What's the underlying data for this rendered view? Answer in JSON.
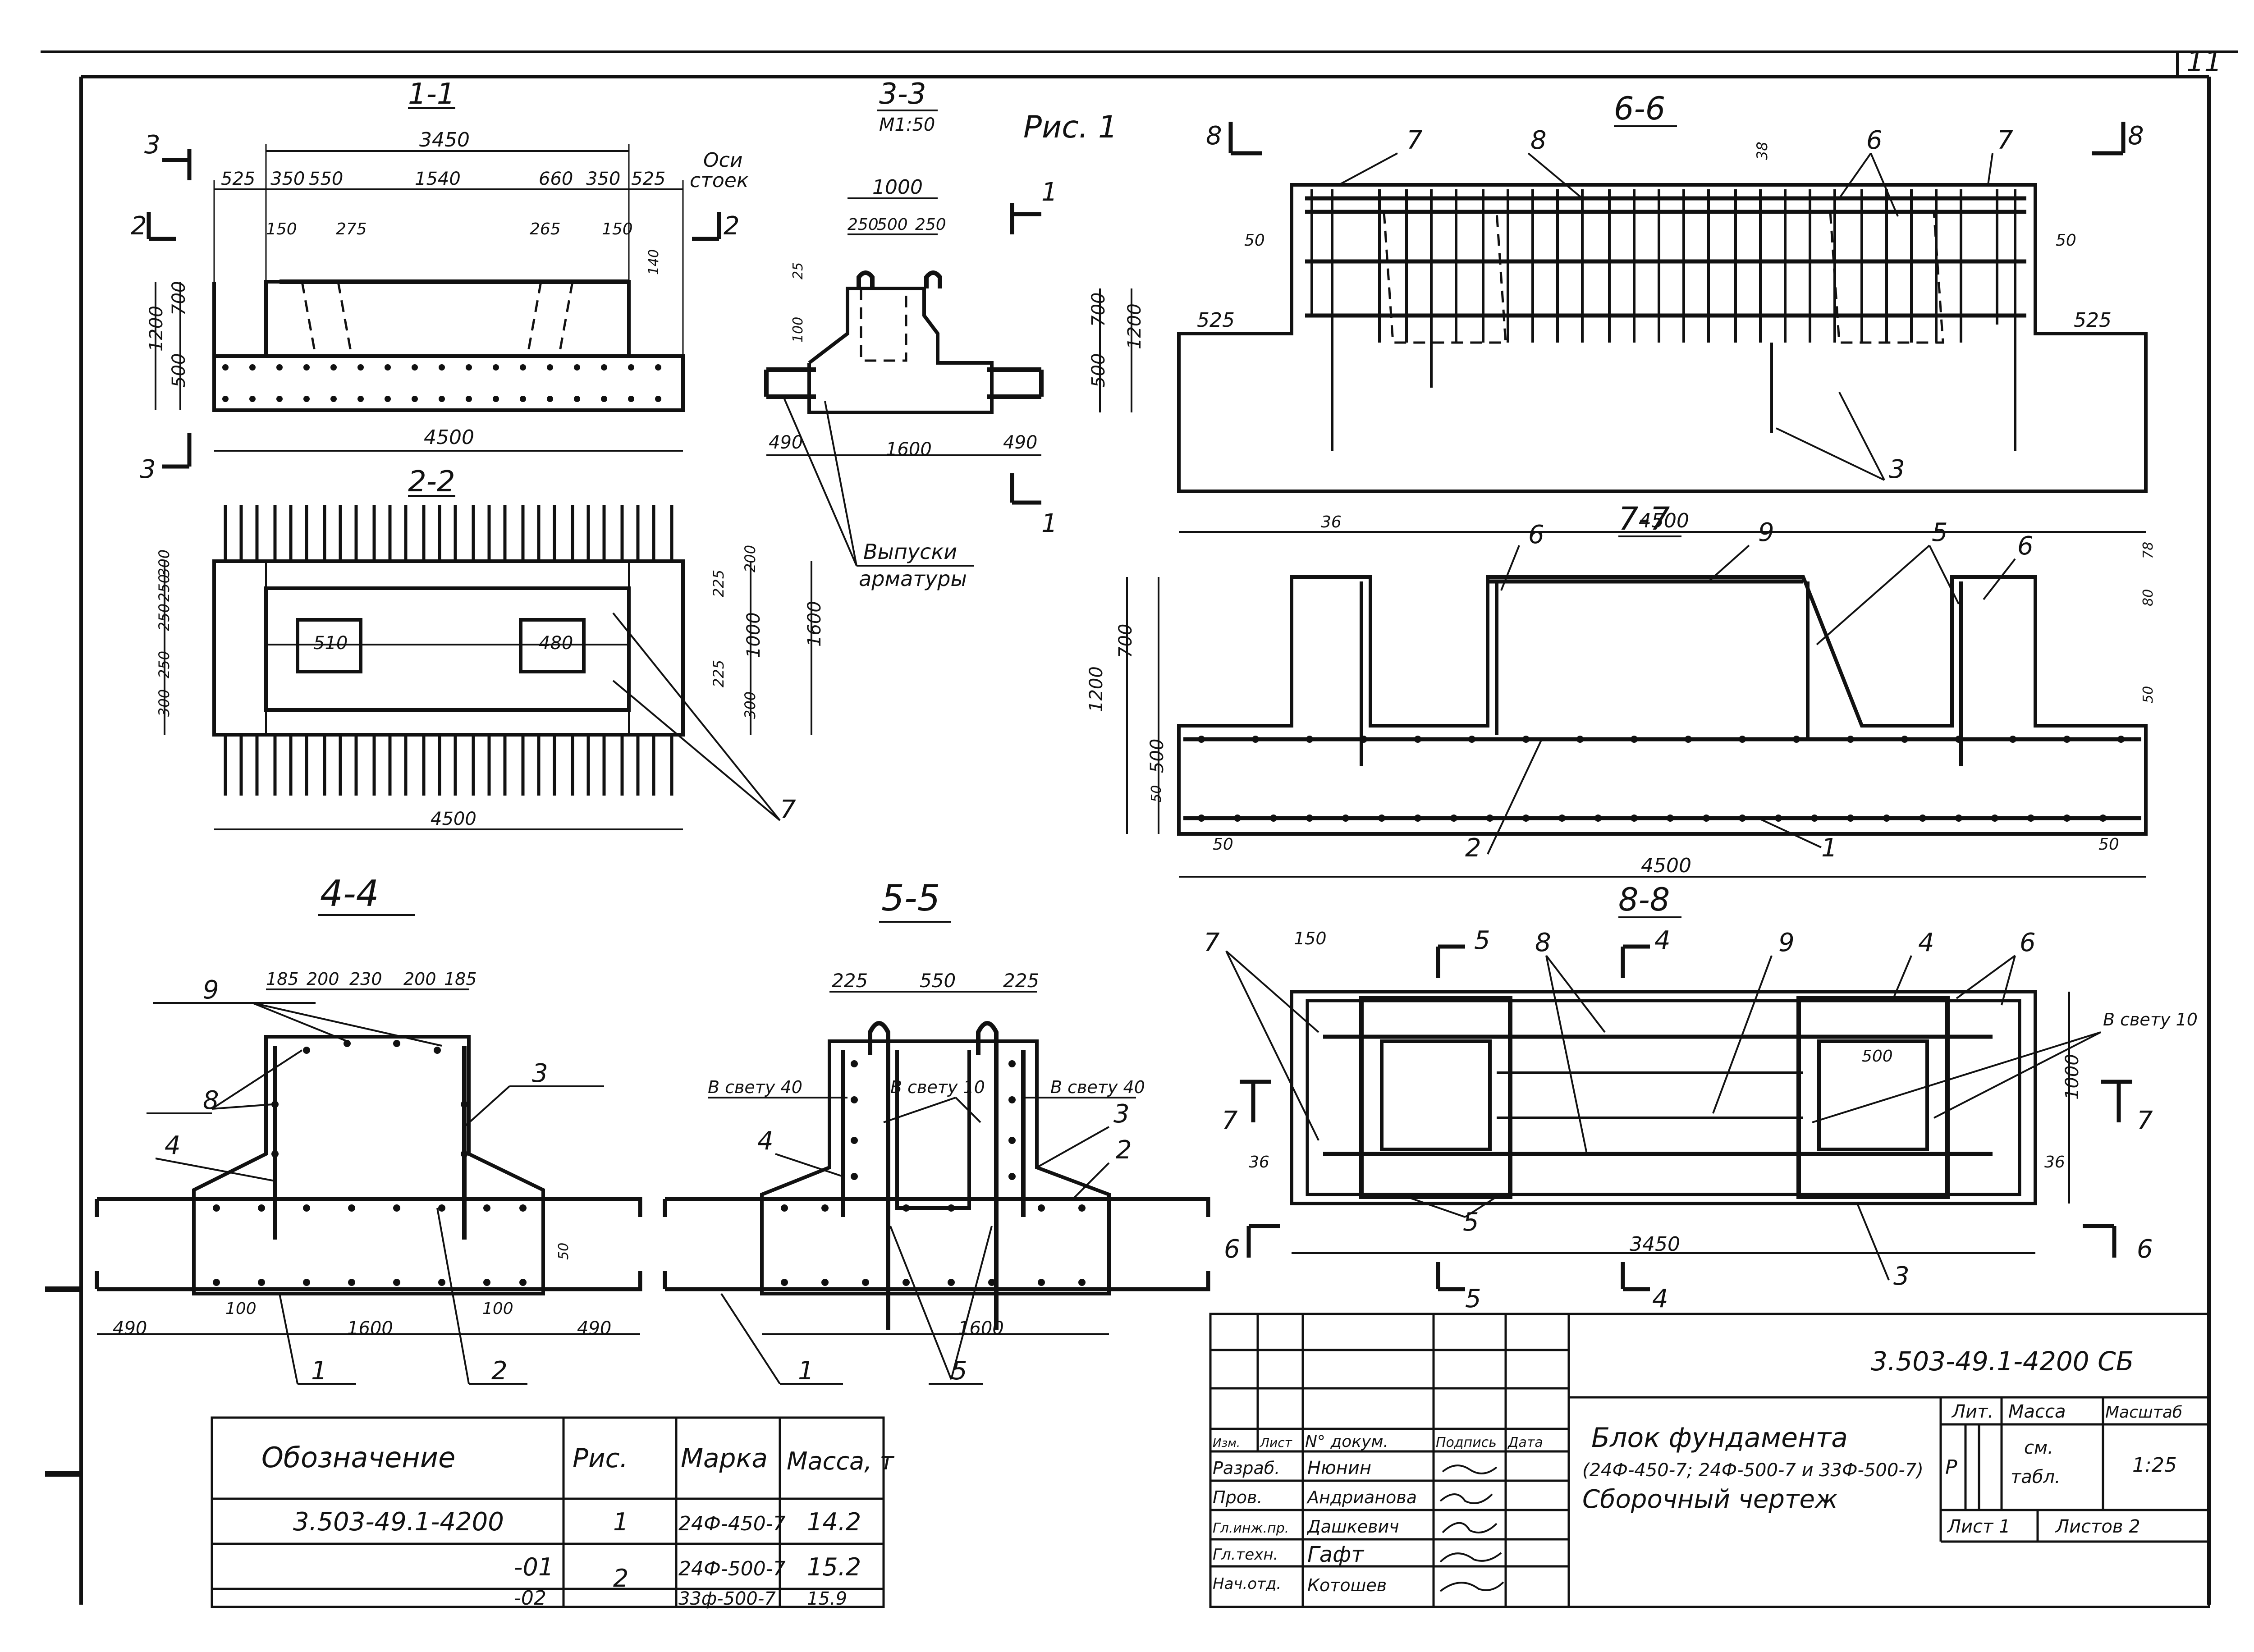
{
  "sheet": {
    "number": "11"
  },
  "figure": {
    "caption": "Рис. 1",
    "scale_3_3": "M1:50"
  },
  "sections": {
    "s11": "1-1",
    "s22": "2-2",
    "s33": "3-3",
    "s44": "4-4",
    "s55": "5-5",
    "s66": "6-6",
    "s77": "7-7",
    "s88": "8-8"
  },
  "markers": {
    "m3": "3",
    "m2": "2",
    "m1": "1",
    "m8": "8",
    "m7": "7",
    "m6": "6",
    "m5": "5",
    "m4": "4"
  },
  "labels": {
    "axes": "Оси",
    "posts": "стоек",
    "rebar_outlets_1": "Выпуски",
    "rebar_outlets_2": "арматуры",
    "clear40": "В свету 40",
    "clear10": "В свету 10",
    "clear10b": "В свету 10"
  },
  "dims": {
    "d3450": "3450",
    "d525": "525",
    "d350": "350",
    "d550": "550",
    "d1540": "1540",
    "d660": "660",
    "d150": "150",
    "d275": "275",
    "d265": "265",
    "d140": "140",
    "d700": "700",
    "d500": "500",
    "d1200": "1200",
    "d4500": "4500",
    "d1000": "1000",
    "d250": "250",
    "d490": "490",
    "d1600": "1600",
    "d25": "25",
    "d100": "100",
    "d300": "300",
    "d510": "510",
    "d480": "480",
    "d225": "225",
    "d1600v": "1600",
    "d50": "50",
    "d38": "38",
    "d36": "36",
    "d78": "78",
    "d80": "80",
    "d185": "185",
    "d200": "200",
    "d230": "230",
    "d100b": "100"
  },
  "callouts": {
    "c1": "1",
    "c2": "2",
    "c3": "3",
    "c4": "4",
    "c5": "5",
    "c6": "6",
    "c7": "7",
    "c8": "8",
    "c9": "9"
  },
  "spec_table": {
    "headers": [
      "Обозначение",
      "Рис.",
      "Марка",
      "Масса, т"
    ],
    "rows": [
      [
        "3.503-49.1-4200",
        "1",
        "24Ф-450-7",
        "14.2"
      ],
      [
        "-01",
        "2",
        "24Ф-500-7",
        "15.2"
      ],
      [
        "-02",
        "",
        "33ф-500-7",
        "15.9"
      ]
    ]
  },
  "title_block": {
    "code": "3.503-49.1-4200 СБ",
    "title_1": "Блок фундамента",
    "title_2": "(24Ф-450-7; 24Ф-500-7 и 33Ф-500-7)",
    "title_3": "Сборочный чертеж",
    "col_headers": [
      "Изм.",
      "Лист",
      "N° докум.",
      "Подпись",
      "Дата"
    ],
    "roles": [
      "Разраб.",
      "Пров.",
      "Гл.инж.пр.",
      "Гл.техн.",
      "Нач.отд."
    ],
    "names": [
      "Нюнин",
      "Андрианова",
      "Дашкевич",
      "Гафт",
      "Котошев"
    ],
    "lit_label": "Лит.",
    "lit_value": "Р",
    "mass_label": "Масса",
    "mass_value_1": "см.",
    "mass_value_2": "табл.",
    "scale_label": "Масштаб",
    "scale_value": "1:25",
    "sheet_label": "Лист 1",
    "sheets_label": "Листов 2"
  }
}
